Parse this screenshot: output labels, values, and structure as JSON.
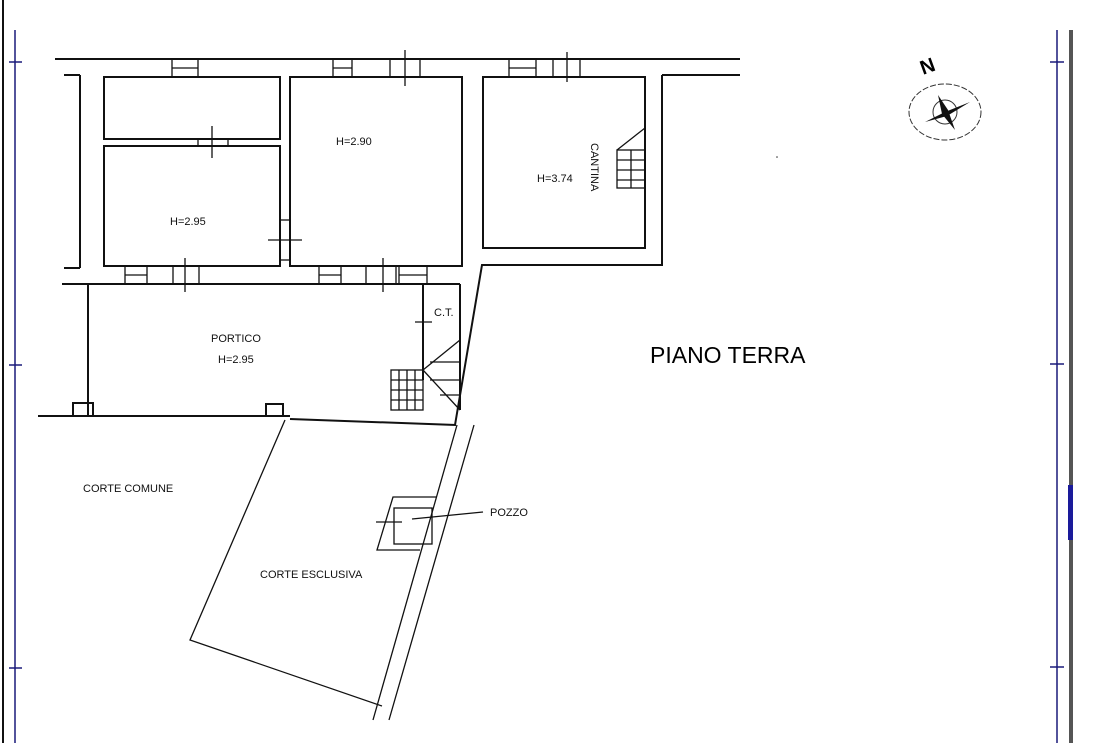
{
  "plan": {
    "title": "PIANO TERRA",
    "north_label": "N",
    "rooms": [
      {
        "name": "room-2-95",
        "height_label": "H=2.95"
      },
      {
        "name": "room-2-90",
        "height_label": "H=2.90"
      },
      {
        "name": "cantina",
        "label": "CANTINA",
        "height_label": "H=3.74"
      },
      {
        "name": "portico",
        "label": "PORTICO",
        "height_label": "H=2.95"
      },
      {
        "name": "ct",
        "label": "C.T."
      }
    ],
    "areas": {
      "corte_comune": "CORTE COMUNE",
      "corte_esclusiva": "CORTE ESCLUSIVA",
      "pozzo": "POZZO"
    }
  },
  "colors": {
    "line": "#111111",
    "frame_blue": "#1a1a7a",
    "frame_gray": "#555555"
  }
}
